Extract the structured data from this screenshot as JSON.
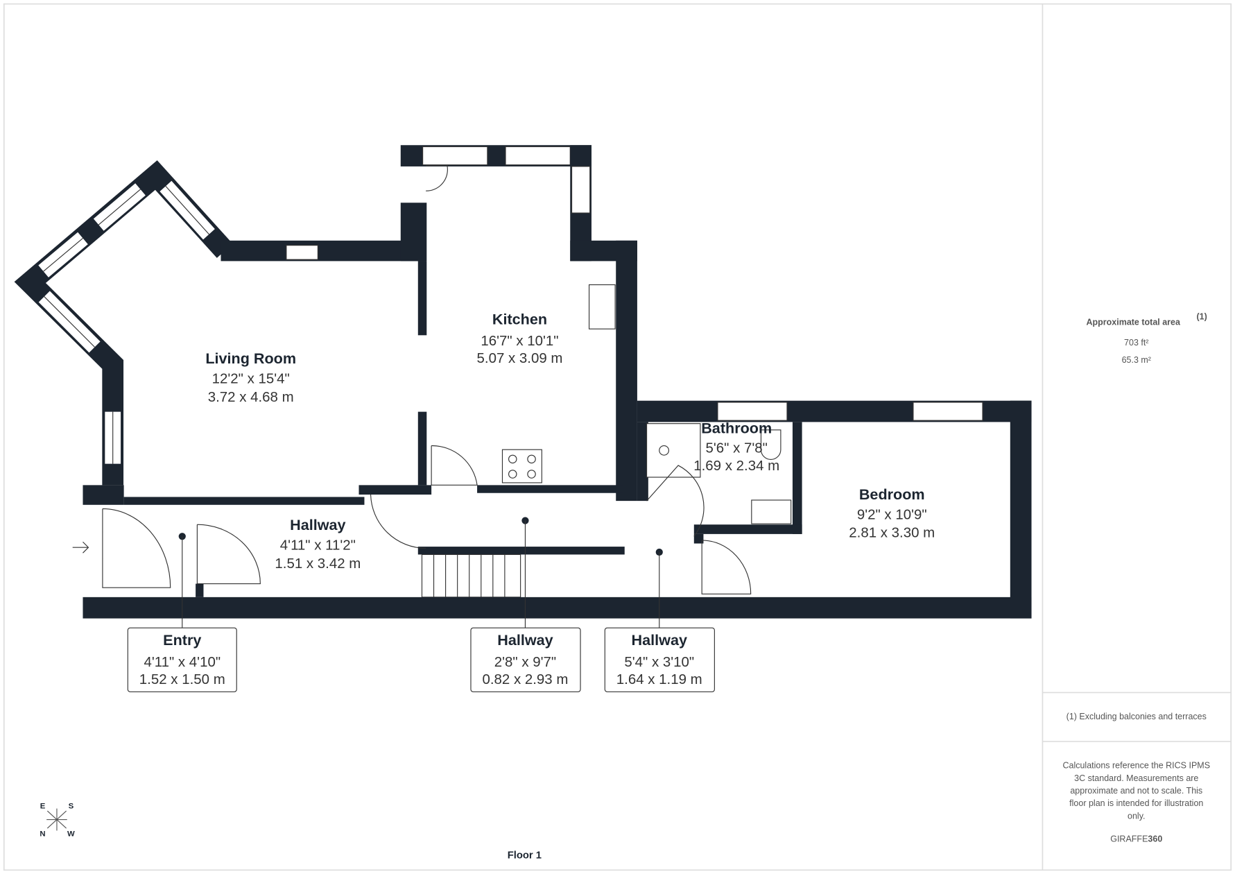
{
  "floor_label": "Floor 1",
  "compass": {
    "e": "E",
    "s": "S",
    "n": "N",
    "w": "W"
  },
  "rooms": [
    {
      "name": "Living Room",
      "imperial": "12'2\" x 15'4\"",
      "metric": "3.72 x 4.68 m"
    },
    {
      "name": "Kitchen",
      "imperial": "16'7\" x 10'1\"",
      "metric": "5.07 x 3.09 m"
    },
    {
      "name": "Bathroom",
      "imperial": "5'6\" x 7'8\"",
      "metric": "1.69 x 2.34 m"
    },
    {
      "name": "Bedroom",
      "imperial": "9'2\" x 10'9\"",
      "metric": "2.81 x 3.30 m"
    },
    {
      "name": "Hallway",
      "imperial": "4'11\" x 11'2\"",
      "metric": "1.51 x 3.42 m"
    }
  ],
  "callouts": [
    {
      "name": "Entry",
      "imperial": "4'11\" x 4'10\"",
      "metric": "1.52 x 1.50 m"
    },
    {
      "name": "Hallway",
      "imperial": "2'8\" x 9'7\"",
      "metric": "0.82 x 2.93 m"
    },
    {
      "name": "Hallway",
      "imperial": "5'4\" x 3'10\"",
      "metric": "1.64 x 1.19 m"
    }
  ],
  "panel": {
    "area_title": "Approximate total area",
    "area_note_ref": "(1)",
    "area_ft": "703 ft²",
    "area_m": "65.3 m²",
    "footnote": "(1) Excluding balconies and terraces",
    "disclaimer": [
      "Calculations reference the RICS IPMS",
      "3C standard. Measurements are",
      "approximate and not to scale. This",
      "floor plan is intended for illustration",
      "only."
    ],
    "brand_a": "GIRAFFE",
    "brand_b": "360"
  },
  "colors": {
    "wall": "#1c2530",
    "frame": "#dddddd"
  }
}
